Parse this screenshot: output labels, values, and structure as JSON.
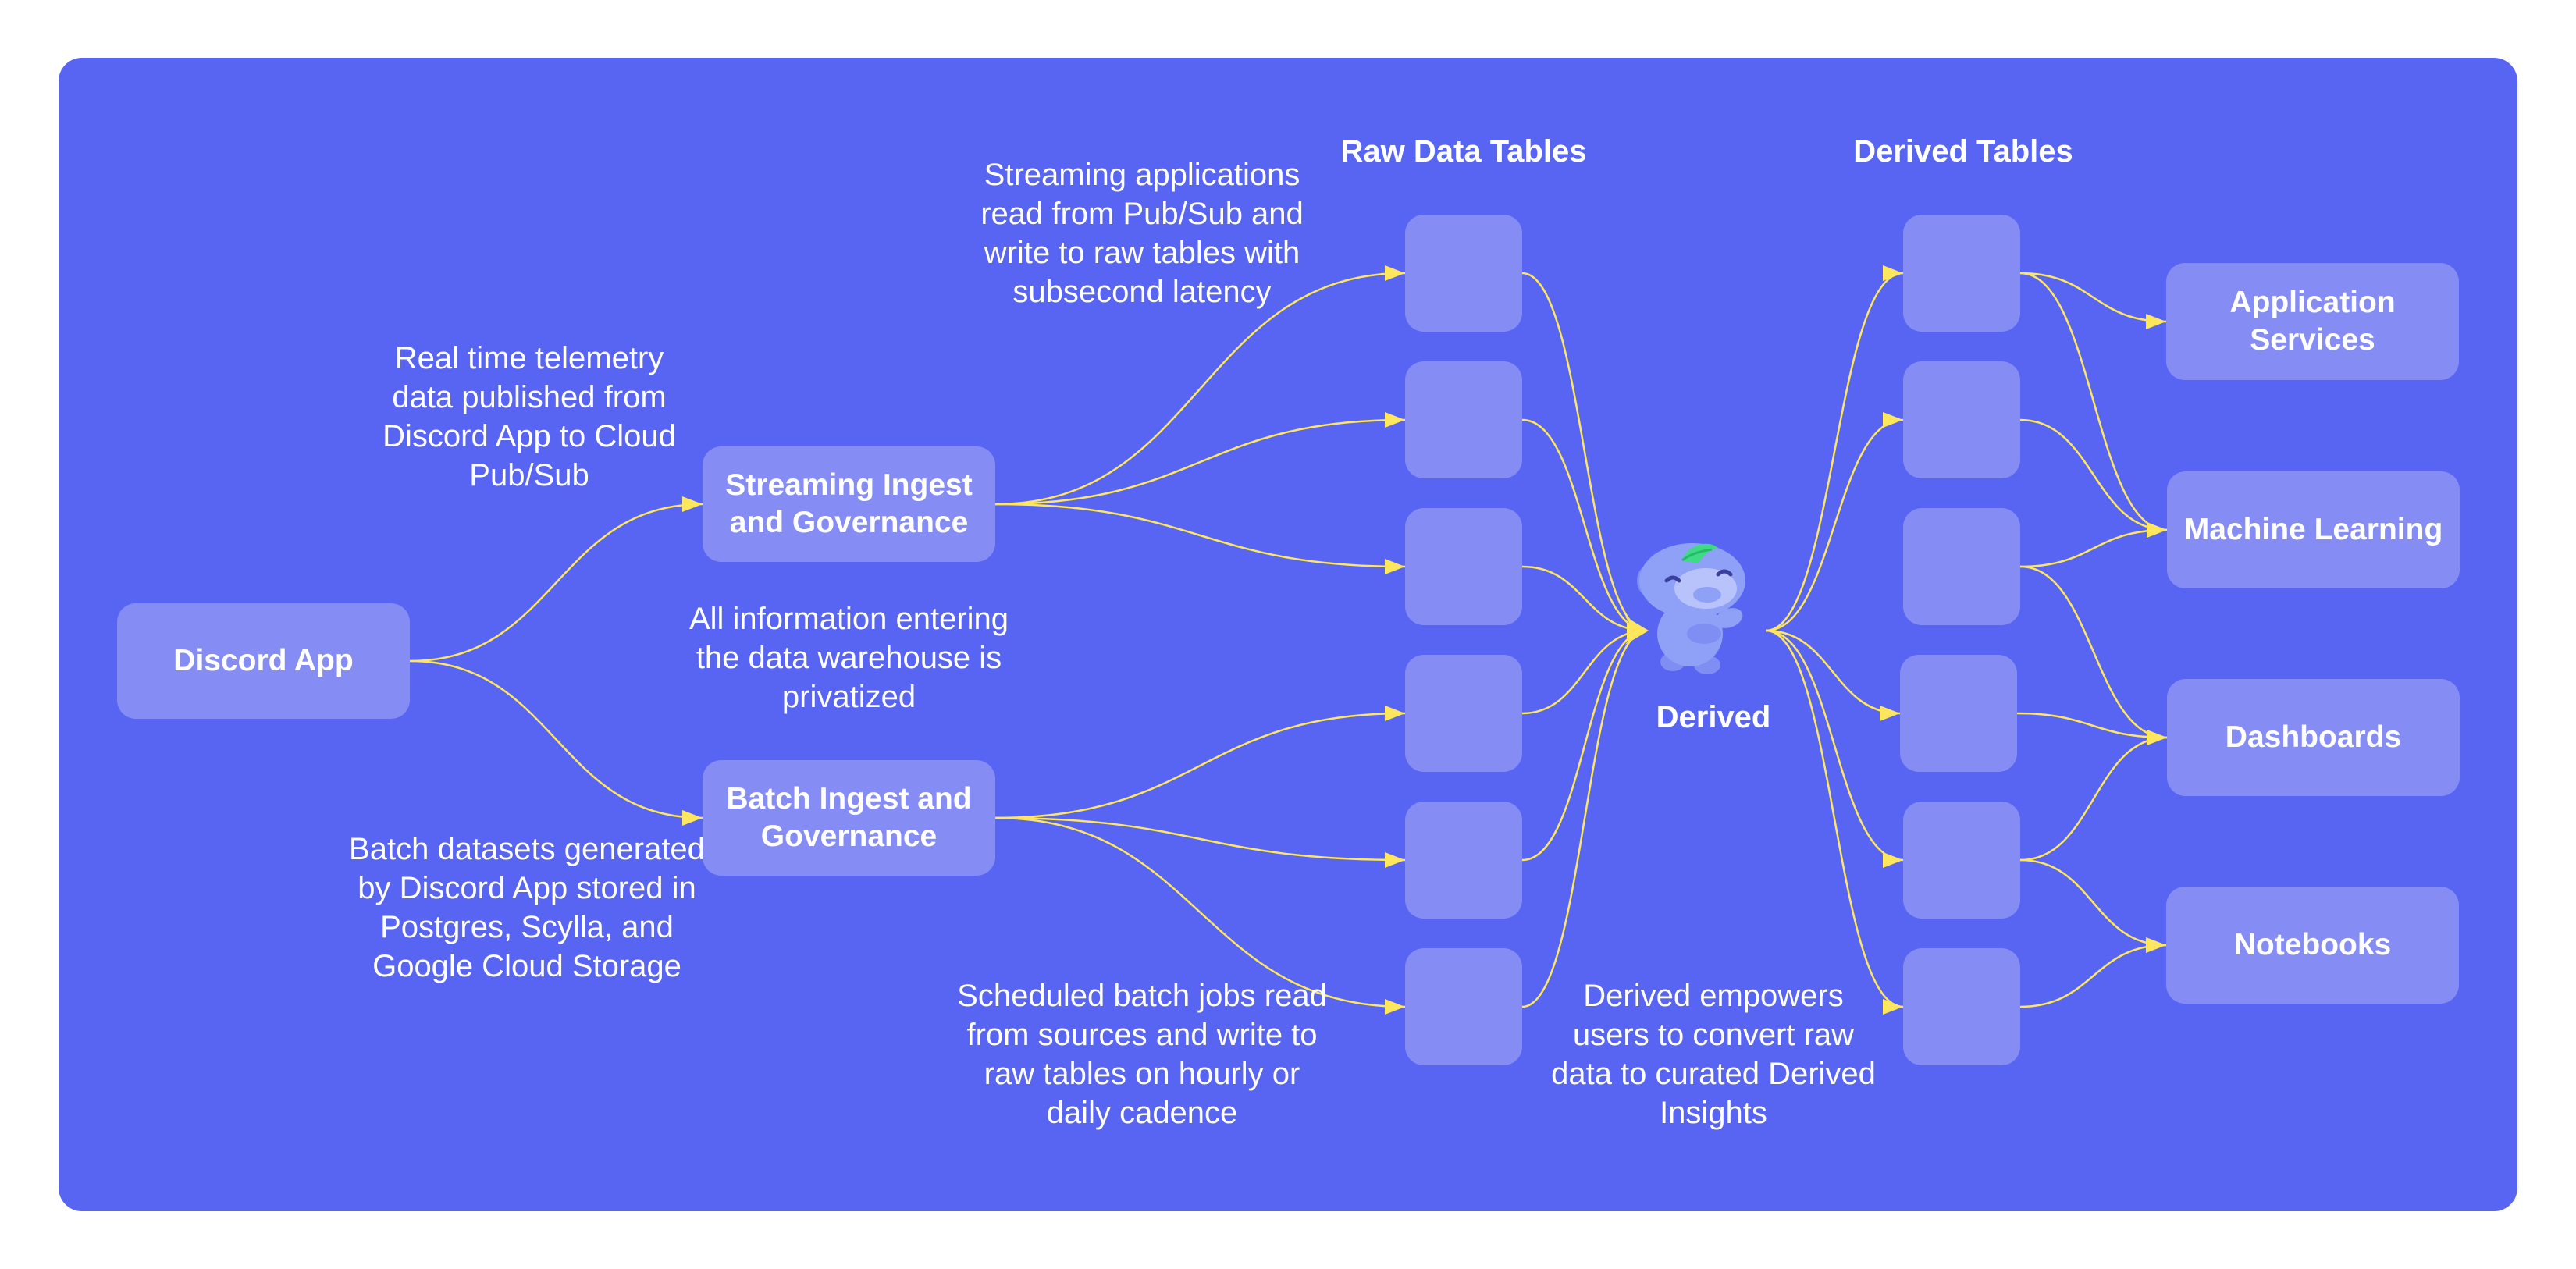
{
  "headers": {
    "raw_tables": "Raw Data Tables",
    "derived_tables": "Derived Tables"
  },
  "nodes": {
    "discord_app": "Discord App",
    "streaming_ingest": "Streaming Ingest and Governance",
    "batch_ingest": "Batch Ingest and Governance",
    "derived": "Derived",
    "application_services": "Application Services",
    "machine_learning": "Machine Learning",
    "dashboards": "Dashboards",
    "notebooks": "Notebooks"
  },
  "notes": {
    "realtime_telemetry": "Real time telemetry data published from Discord App to Cloud Pub/Sub",
    "batch_datasets": "Batch datasets generated by Discord App stored in Postgres, Scylla, and Google Cloud Storage",
    "privatized": "All information entering the data warehouse is privatized",
    "streaming_apps": "Streaming applications read from Pub/Sub and write to raw tables with subsecond latency",
    "scheduled_jobs": "Scheduled batch jobs read from sources and write to raw tables on hourly or daily cadence",
    "derived_empowers": "Derived empowers users to convert raw data to curated Derived Insights"
  },
  "colors": {
    "background": "#5865f2",
    "box": "#858df5",
    "connector": "#fee75c",
    "text": "#ffffff",
    "mascot_body": "#8ea1f7",
    "mascot_leaf": "#3ddc84"
  },
  "icons": {
    "mascot": "wumpus-mascot-icon"
  }
}
